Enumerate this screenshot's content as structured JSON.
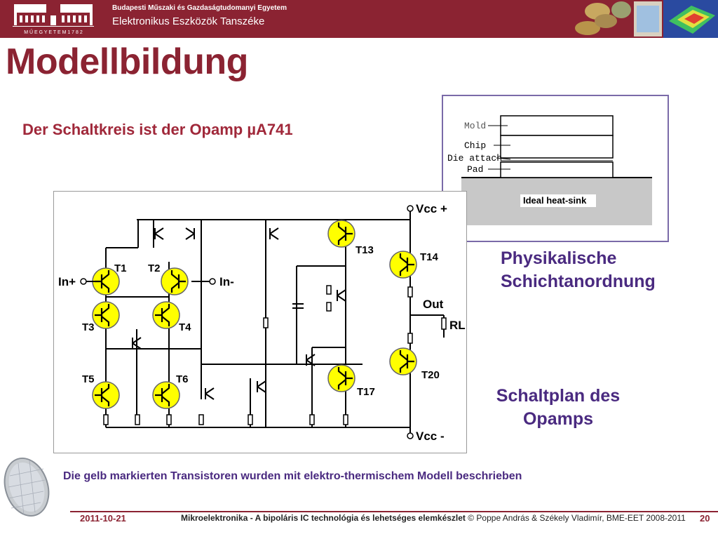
{
  "header": {
    "university": "Budapesti Műszaki és Gazdaságtudomanyi Egyetem",
    "department": "Elektronikus Eszközök Tanszéke",
    "logo_text": "M Ű E G Y E T E M   1 7 8 2"
  },
  "slide": {
    "title": "Modellbildung",
    "subtitle": "Der Schaltkreis ist der Opamp  µA741"
  },
  "layer_diagram": {
    "labels": [
      "Mold",
      "Chip",
      "Die attach",
      "Pad"
    ],
    "heatsink": "Ideal heat-sink",
    "caption_line1": "Physikalische",
    "caption_line2": "Schichtanordnung"
  },
  "schematic": {
    "vcc_plus": "Vcc +",
    "vcc_minus": "Vcc -",
    "in_plus": "In+",
    "in_minus": "In-",
    "out": "Out",
    "rl": "RL",
    "transistors": {
      "t1": "T1",
      "t2": "T2",
      "t3": "T3",
      "t4": "T4",
      "t5": "T5",
      "t6": "T6",
      "t13": "T13",
      "t14": "T14",
      "t17": "T17",
      "t20": "T20"
    },
    "caption_line1": "Schaltplan des",
    "caption_line2": "Opamps",
    "highlight_color": "#ffff00"
  },
  "note": "Die gelb markierten Transistoren wurden mit elektro-thermischem Modell beschrieben",
  "footer": {
    "date": "2011-10-21",
    "course": "Mikroelektronika - A bipoláris IC technológia és lehetséges elemkészlet",
    "authors": " © Poppe András & Székely Vladimír, BME-EET 2008-2011",
    "page": "20"
  }
}
